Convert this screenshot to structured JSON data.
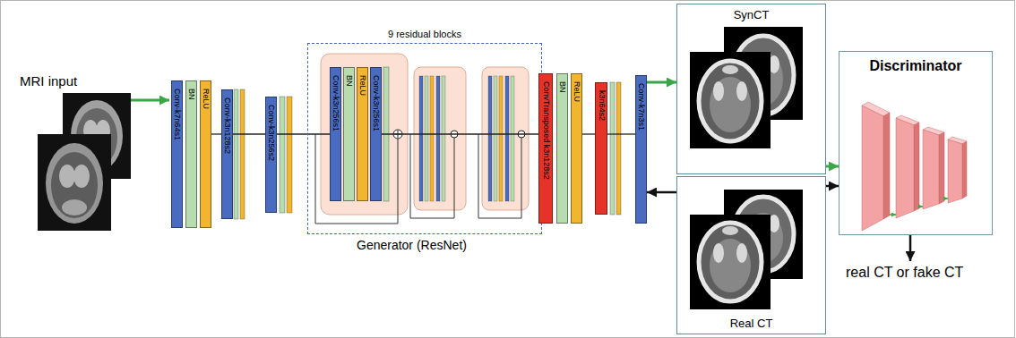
{
  "diagram": {
    "nodes": [
      {
        "text": [
          "Conv-k7n64s1"
        ]
      },
      {
        "text": [
          "BN"
        ]
      },
      {
        "text": [
          "ReLU"
        ]
      },
      {
        "text": [
          "Conv-k3n128s2"
        ]
      },
      {
        "text": [
          "Conv-k3n256s2"
        ]
      },
      {
        "text": [
          "9 residual blocks"
        ]
      },
      {
        "text": [
          "Conv-k3n256s1"
        ],
        "in": 5
      },
      {
        "text": [
          "BN"
        ],
        "in": 5
      },
      {
        "text": [
          "ReLU"
        ],
        "in": 5
      },
      {
        "text": [
          "Conv-k3n256s1"
        ],
        "in": 5
      },
      {
        "text": [
          "ConvTransposed k3n128s2"
        ]
      },
      {
        "text": [
          "BN"
        ]
      },
      {
        "text": [
          "ReLU"
        ]
      },
      {
        "text": [
          "k3n64s2"
        ]
      },
      {
        "text": [
          "Conv-k7n3s1"
        ]
      },
      {
        "text": [
          "SynCT"
        ]
      },
      {
        "text": [
          "Real CT"
        ]
      },
      {
        "text": [
          "Discriminator"
        ]
      }
    ],
    "edges": [
      {
        "from": 2,
        "to": 3,
        "arrow": "none"
      },
      {
        "from": 3,
        "to": 4,
        "arrow": "none"
      },
      {
        "from": 4,
        "to": 6,
        "arrow": "none"
      },
      {
        "from": 9,
        "to": 10,
        "arrow": "none"
      },
      {
        "from": 12,
        "to": 13,
        "arrow": "none"
      },
      {
        "from": 13,
        "to": 14,
        "arrow": "none"
      },
      {
        "from": 14,
        "to": 15,
        "arrow": "to"
      },
      {
        "from": 16,
        "to": 14,
        "arrow": "to"
      },
      {
        "from": 15,
        "to": 17,
        "arrow": "to"
      },
      {
        "from": 16,
        "to": 17,
        "arrow": "to"
      }
    ],
    "labels": [
      "MRI input",
      "Generator (ResNet)",
      "real CT or fake CT"
    ]
  }
}
